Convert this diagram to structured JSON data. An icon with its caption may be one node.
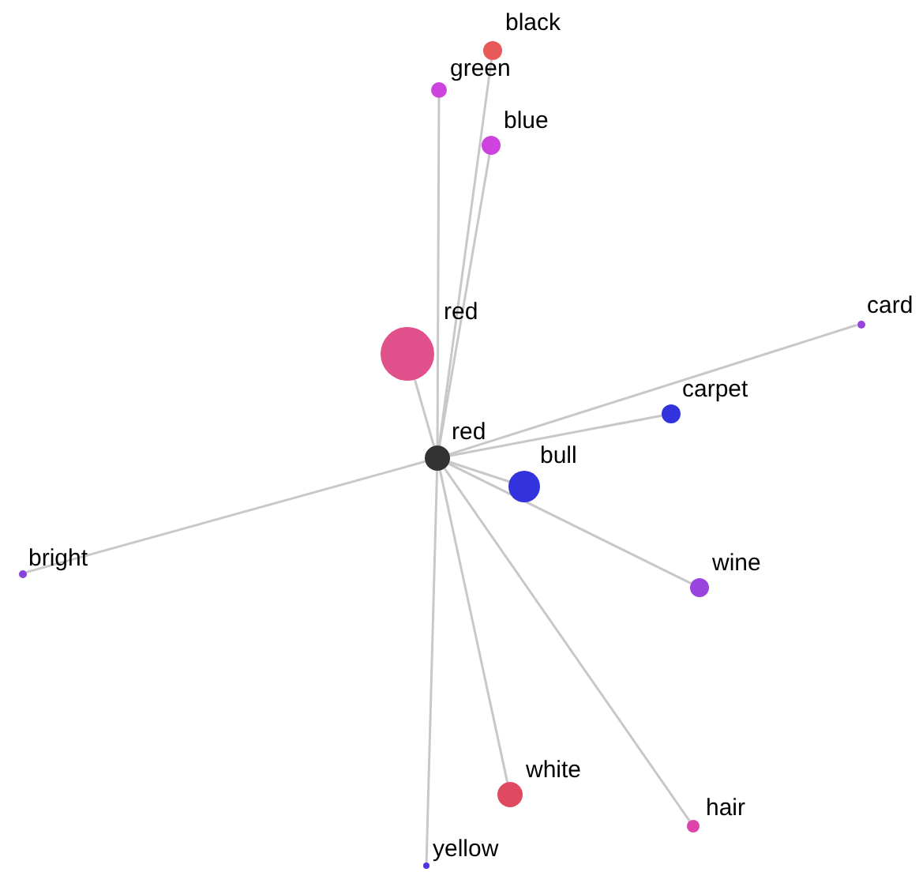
{
  "diagram": {
    "nodes": [
      {
        "text": [],
        "shape": "circle",
        "beside": [
          "black"
        ]
      },
      {
        "text": [],
        "shape": "circle",
        "beside": [
          "green"
        ]
      },
      {
        "text": [],
        "shape": "circle",
        "beside": [
          "blue"
        ]
      },
      {
        "text": [],
        "shape": "circle",
        "beside": [
          "red"
        ]
      },
      {
        "text": [],
        "shape": "circle",
        "beside": [
          "card"
        ]
      },
      {
        "text": [],
        "shape": "circle",
        "beside": [
          "carpet"
        ]
      },
      {
        "text": [],
        "shape": "circle",
        "beside": [
          "red"
        ]
      },
      {
        "text": [],
        "shape": "circle",
        "beside": [
          "bull"
        ]
      },
      {
        "text": [],
        "shape": "circle",
        "beside": [
          "bright"
        ]
      },
      {
        "text": [],
        "shape": "circle",
        "beside": [
          "wine"
        ]
      },
      {
        "text": [],
        "shape": "circle",
        "beside": [
          "white"
        ]
      },
      {
        "text": [],
        "shape": "circle",
        "beside": [
          "hair"
        ]
      },
      {
        "text": [],
        "shape": "circle",
        "beside": [
          "yellow"
        ]
      }
    ],
    "edges": [
      {
        "from": 6,
        "to": 0,
        "arrow": "none"
      },
      {
        "from": 6,
        "to": 1,
        "arrow": "none"
      },
      {
        "from": 6,
        "to": 2,
        "arrow": "none"
      },
      {
        "from": 6,
        "to": 3,
        "arrow": "none"
      },
      {
        "from": 6,
        "to": 4,
        "arrow": "none"
      },
      {
        "from": 6,
        "to": 5,
        "arrow": "none"
      },
      {
        "from": 6,
        "to": 7,
        "arrow": "none"
      },
      {
        "from": 6,
        "to": 8,
        "arrow": "none"
      },
      {
        "from": 6,
        "to": 9,
        "arrow": "none"
      },
      {
        "from": 6,
        "to": 10,
        "arrow": "none"
      },
      {
        "from": 6,
        "to": 11,
        "arrow": "none"
      },
      {
        "from": 6,
        "to": 12,
        "arrow": "none"
      }
    ]
  }
}
